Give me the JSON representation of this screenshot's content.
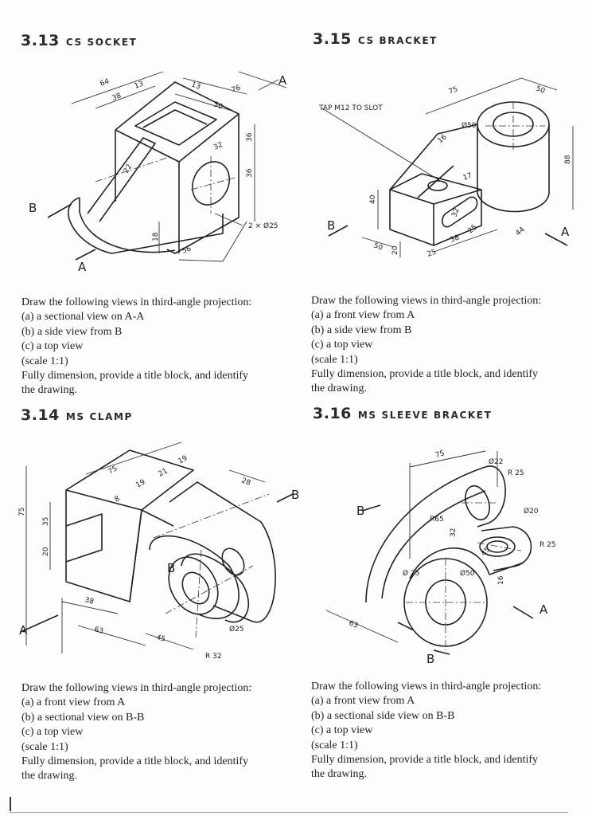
{
  "problems": [
    {
      "number": "3.13",
      "name": "CS SOCKET",
      "dims": [
        "64",
        "38",
        "13",
        "13",
        "76",
        "50",
        "32",
        "36",
        "36",
        "22",
        "18",
        "56"
      ],
      "callouts": [
        "2 × Ø25"
      ],
      "view_labels": [
        "A",
        "B",
        "A"
      ],
      "instructions": [
        "Draw the following views in third-angle projection:",
        "(a) a sectional view on A-A",
        "(b) a side view from B",
        "(c) a top view",
        "(scale 1:1)",
        "Fully dimension, provide a title block, and identify",
        "the drawing."
      ]
    },
    {
      "number": "3.15",
      "name": "CS BRACKET",
      "dims": [
        "75",
        "50",
        "Ø50",
        "16",
        "17",
        "40",
        "88",
        "32",
        "50",
        "20",
        "25",
        "38",
        "25",
        "44"
      ],
      "callouts": [
        "TAP M12 TO SLOT"
      ],
      "view_labels": [
        "B",
        "A"
      ],
      "instructions": [
        "Draw the following views in third-angle projection:",
        "(a) a front view from A",
        "(b) a side view from B",
        "(c) a top view",
        "(scale 1:1)",
        "Fully dimension, provide a title block, and identify",
        "the drawing."
      ]
    },
    {
      "number": "3.14",
      "name": "MS CLAMP",
      "dims": [
        "75",
        "19",
        "21",
        "19",
        "8",
        "28",
        "75",
        "35",
        "20",
        "38",
        "63",
        "45"
      ],
      "callouts": [
        "Ø25",
        "R 32"
      ],
      "view_labels": [
        "B",
        "B",
        "A"
      ],
      "instructions": [
        "Draw the following views in third-angle projection:",
        "(a) a front view from A",
        "(b) a sectional view on B-B",
        "(c) a top view",
        "(scale 1:1)",
        "Fully dimension, provide a title block, and identify",
        "the drawing."
      ]
    },
    {
      "number": "3.16",
      "name": "MS SLEEVE BRACKET",
      "dims": [
        "75",
        "32",
        "45",
        "16",
        "63"
      ],
      "callouts": [
        "Ø22",
        "R 25",
        "Ø20",
        "R 25",
        "R65",
        "Ø 75",
        "Ø50"
      ],
      "view_labels": [
        "B",
        "A",
        "B"
      ],
      "instructions": [
        "Draw the following views in third-angle projection:",
        "(a) a front view from A",
        "(b) a sectional side view on B-B",
        "(c) a top view",
        "(scale 1:1)",
        "Fully dimension, provide a title block, and identify",
        "the drawing."
      ]
    }
  ]
}
